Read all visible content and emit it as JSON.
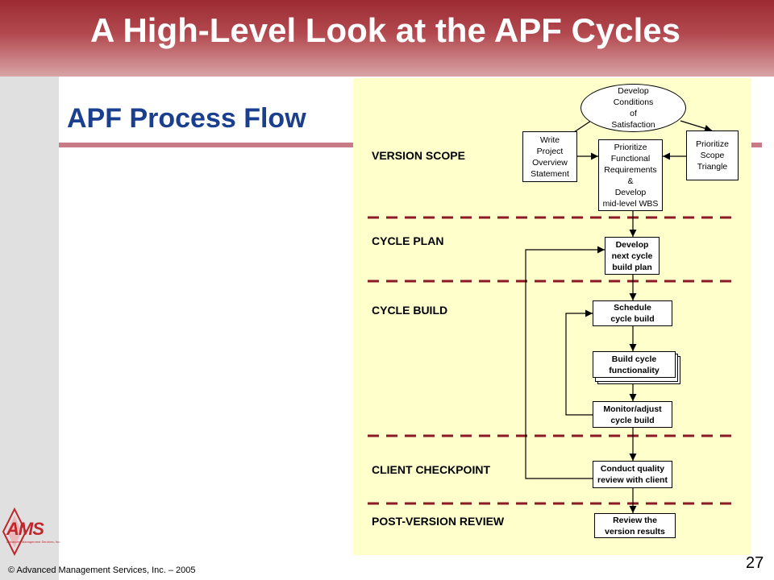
{
  "slide": {
    "title": "A High-Level Look at the APF Cycles",
    "subtitle": "APF Process Flow",
    "footer": "© Advanced Management Services, Inc. – 2005",
    "page_number": "27"
  },
  "logo": {
    "name": "AMS",
    "tagline": "Advanced Management Services, Inc."
  },
  "lanes": [
    "VERSION SCOPE",
    "CYCLE PLAN",
    "CYCLE BUILD",
    "CLIENT CHECKPOINT",
    "POST-VERSION REVIEW"
  ],
  "nodes": {
    "develop_conditions": "Develop\nConditions\nof\nSatisfaction",
    "write_overview": "Write\nProject\nOverview\nStatement",
    "prioritize_requirements": "Prioritize\nFunctional\nRequirements\n&\nDevelop\nmid-level WBS",
    "prioritize_scope": "Prioritize\nScope\nTriangle",
    "develop_plan": "Develop\nnext cycle\nbuild plan",
    "schedule_build": "Schedule\ncycle build",
    "build_functionality": "Build cycle\nfunctionality",
    "monitor_build": "Monitor/adjust\ncycle build",
    "quality_review": "Conduct quality\nreview with client",
    "review_results": "Review  the\nversion results"
  },
  "colors": {
    "header": "#9c2b33",
    "subtitle": "#1a3f8f",
    "panel": "#ffffcc",
    "divider": "#8b1a24"
  }
}
